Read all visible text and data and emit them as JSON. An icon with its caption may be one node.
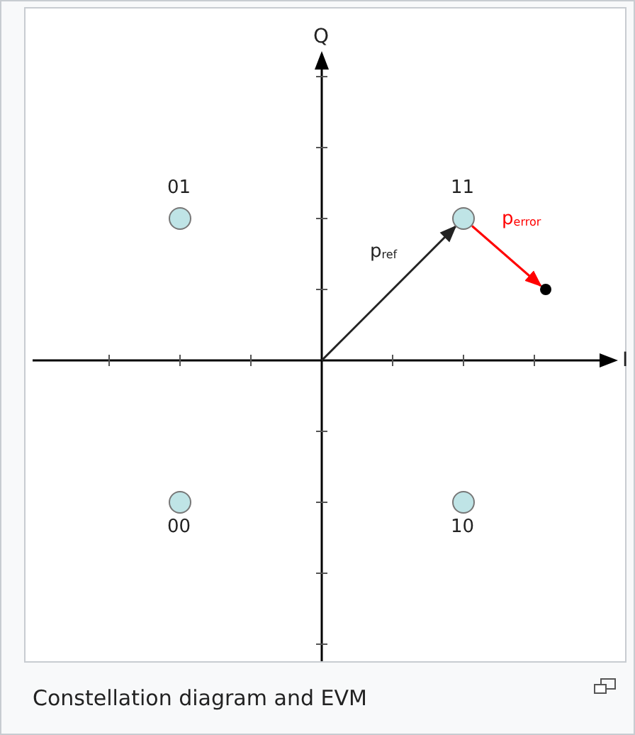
{
  "diagram": {
    "caption": "Constellation diagram and EVM",
    "nodes": [
      {
        "text": [],
        "shape": "circle",
        "beside": [
          "01"
        ]
      },
      {
        "text": [],
        "shape": "circle",
        "beside": [
          "11"
        ]
      },
      {
        "text": [],
        "shape": "dot"
      },
      {
        "text": [],
        "shape": "circle",
        "beside": [
          "00"
        ]
      },
      {
        "text": [],
        "shape": "circle",
        "beside": [
          "10"
        ]
      }
    ],
    "edges": [
      {
        "from": null,
        "to": 1,
        "arrow": "to",
        "label": "p$_{ref}$"
      },
      {
        "from": 1,
        "to": 2,
        "arrow": "to",
        "label": "p$_{error}$",
        "color": "#ff0000"
      }
    ],
    "labels": [
      "Q",
      "I"
    ]
  }
}
